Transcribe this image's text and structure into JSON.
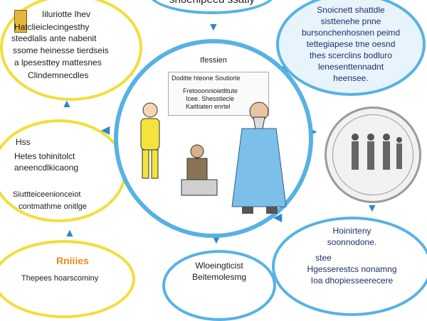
{
  "colors": {
    "yellow": "#f2de3a",
    "blue": "#57b2e3",
    "text": "#1f2f6b",
    "accent": "#f08a17"
  },
  "top_center": {
    "text": "shoenipeed ssatiy"
  },
  "top_left": {
    "line1": "Iiluriotte Ihev",
    "line2": "Hatclieiclecingesthy",
    "line3": "steedlalis ante nabenit",
    "line4": "ssome heinesse tierdseis",
    "line5": "a lpesesttey mattesnes",
    "line6": "Clindemnecdles"
  },
  "top_right": {
    "line1": "Snoicnett shattdle",
    "line2": "sisttenehe pnne",
    "line3": "bursonchenhosnen peimd",
    "line4": "tettegiapese tme oesnd",
    "line5": "thes scerclins bodluro",
    "line6": "lenesenttennadnt",
    "line7": "heensee."
  },
  "center": {
    "title": "Ifessien",
    "subtitle": "Doditte hteone Soutiorle",
    "board_line1": "Fretooonnioietlttute",
    "board_line2": "Icee. Shesstiecle",
    "board_line3": "Kaittiaten enrtel"
  },
  "mid_left": {
    "line1": "Hss",
    "line2": "Hetes tohinitolct",
    "line3": "aneencdlkicaong",
    "line4": "Siuttteiceenionceiot",
    "line5": "contmathme onitlge"
  },
  "bottom_left": {
    "title": "Rniiies",
    "line1": "Thepees hoarscominy"
  },
  "bottom_center": {
    "line1": "Wloeingticist",
    "line2": "Beitemolesmg"
  },
  "bottom_right": {
    "line1": "Hoinirteny",
    "line2": "soonnodone.",
    "line3": "stee",
    "line4": "Hgesserestcs nonamng",
    "line5": "Ioa dhopiesseerecere"
  },
  "icons": [
    "scholar-figure-yellow",
    "philosopher-figure-blue",
    "craftsman-figure",
    "coin-medallion",
    "pillar-icon"
  ]
}
